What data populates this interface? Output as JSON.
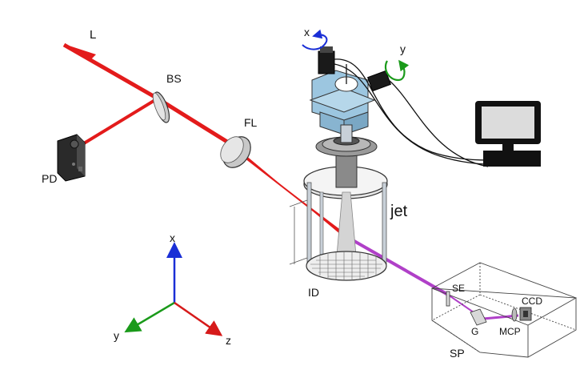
{
  "labels": {
    "laser": "L",
    "beam_splitter": "BS",
    "photodiode": "PD",
    "focusing_lens": "FL",
    "jet": "jet",
    "iris": "ID",
    "slit_entrance": "SE",
    "grating": "G",
    "mcp": "MCP",
    "ccd": "CCD",
    "spectrometer": "SP",
    "motor_x": "x",
    "motor_y": "y",
    "axis_x": "x",
    "axis_y": "y",
    "axis_z": "z"
  },
  "colors": {
    "laser_beam": "#e31b1b",
    "xuv_beam": "#b040c8",
    "axis_x": "#1a2fd6",
    "axis_y": "#1a9a1a",
    "axis_z": "#d61a1a",
    "stage_blue": "#9cc6e0",
    "metal": "#b9b9b9",
    "dark": "#1a1a1a"
  }
}
